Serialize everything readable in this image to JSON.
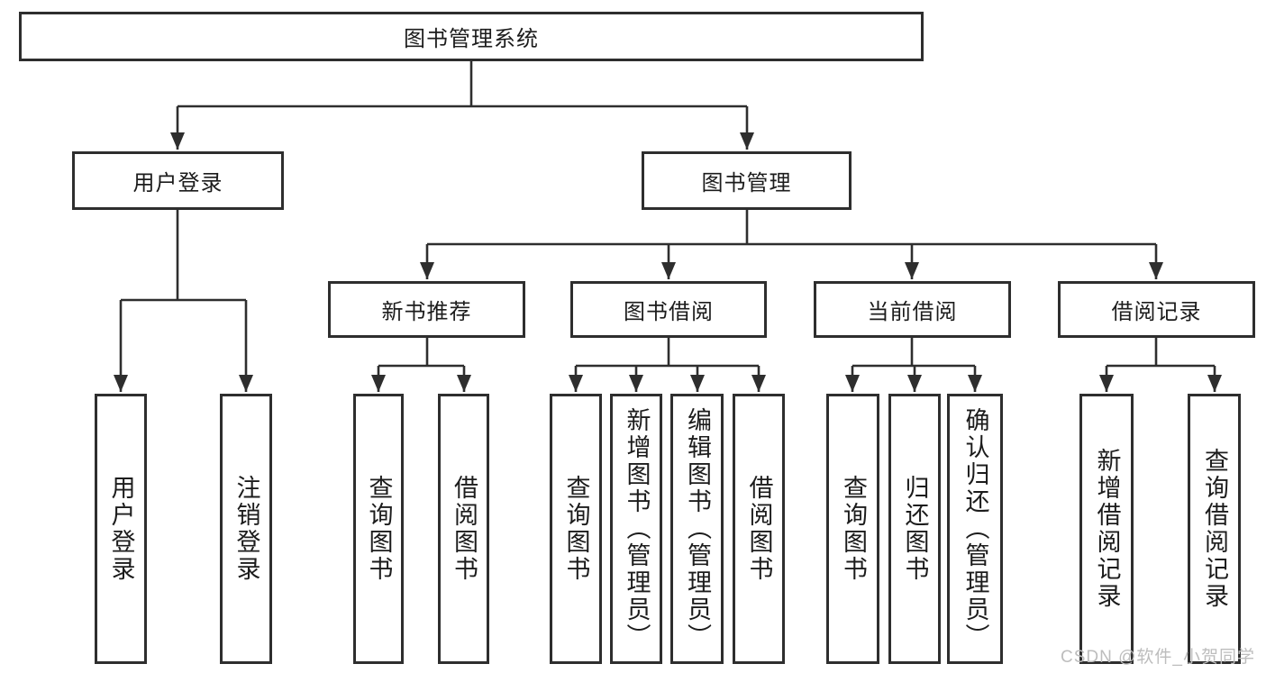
{
  "diagram": {
    "title": "图书管理系统",
    "watermark": "CSDN @软件_小贺同学",
    "colors": {
      "line": "#2e2e2e",
      "box_border": "#2e2e2e",
      "text": "#1c1c1c",
      "background": "#ffffff",
      "watermark": "#bdbdbd"
    },
    "root": {
      "label": "图书管理系统",
      "children": [
        {
          "label": "用户登录",
          "children": [
            {
              "label": "用户登录"
            },
            {
              "label": "注销登录"
            }
          ]
        },
        {
          "label": "图书管理",
          "children": [
            {
              "label": "新书推荐",
              "children": [
                {
                  "label": "查询图书"
                },
                {
                  "label": "借阅图书"
                }
              ]
            },
            {
              "label": "图书借阅",
              "children": [
                {
                  "label": "查询图书"
                },
                {
                  "label": "新增图书（管理员）"
                },
                {
                  "label": "编辑图书（管理员）"
                },
                {
                  "label": "借阅图书"
                }
              ]
            },
            {
              "label": "当前借阅",
              "children": [
                {
                  "label": "查询图书"
                },
                {
                  "label": "归还图书"
                },
                {
                  "label": "确认归还（管理员）"
                }
              ]
            },
            {
              "label": "借阅记录",
              "children": [
                {
                  "label": "新增借阅记录"
                },
                {
                  "label": "查询借阅记录"
                }
              ]
            }
          ]
        }
      ]
    }
  }
}
